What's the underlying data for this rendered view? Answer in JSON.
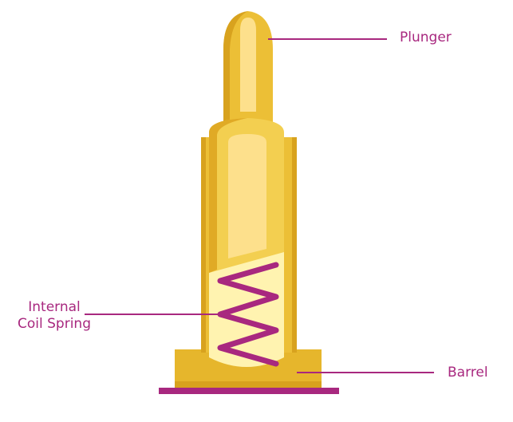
{
  "diagram": {
    "labels": {
      "plunger": "Plunger",
      "spring_line1": "Internal",
      "spring_line2": "Coil Spring",
      "barrel": "Barrel"
    },
    "colors": {
      "label_text": "#a8287f",
      "leader_line": "#a8287f",
      "spring": "#a8287f",
      "base_bar": "#a8287f",
      "gold_dark": "#d8a21e",
      "gold_mid": "#ecbf36",
      "gold_light": "#f6d561",
      "gold_pale": "#fde08c",
      "cream": "#fff3b0"
    }
  }
}
